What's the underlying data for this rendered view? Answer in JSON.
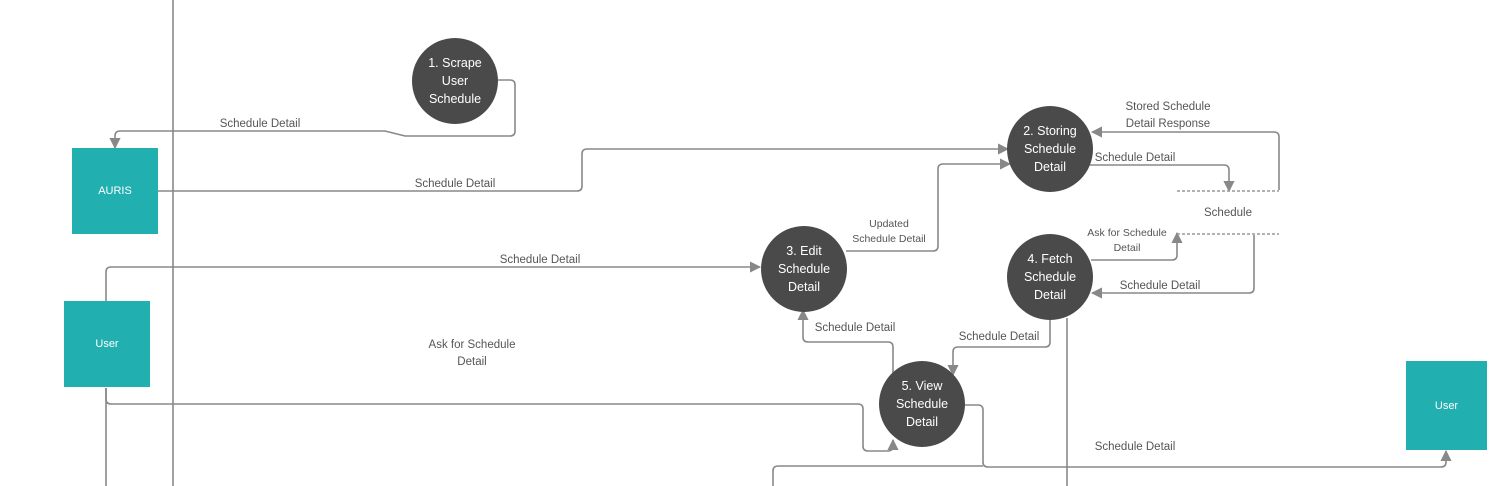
{
  "colors": {
    "entity": "#22afaf",
    "process": "#4a4a4a",
    "line": "#888888",
    "text": "#555555",
    "store_line": "#999999"
  },
  "entities": {
    "auris": "AURIS",
    "user_left": "User",
    "user_right": "User"
  },
  "processes": {
    "p1": "1. Scrape\nUser\nSchedule",
    "p2": "2. Storing\nSchedule\nDetail",
    "p3": "3. Edit\nSchedule\nDetail",
    "p4": "4. Fetch\nSchedule\nDetail",
    "p5": "5. View\nSchedule\nDetail"
  },
  "data_store": {
    "label": "Schedule"
  },
  "flows": {
    "scrape_to_auris": "Schedule Detail",
    "auris_to_storing": "Schedule Detail",
    "store_response": "Stored Schedule\nDetail Response",
    "storing_to_store": "Schedule Detail",
    "edit_to_storing": "Updated\nSchedule Detail",
    "user_to_edit": "Schedule Detail",
    "fetch_ask_store": "Ask for Schedule\nDetail",
    "store_to_fetch": "Schedule Detail",
    "view_to_edit": "Schedule Detail",
    "fetch_to_view": "Schedule Detail",
    "user_ask_view": "Ask for Schedule\nDetail",
    "view_to_user": "Schedule Detail"
  }
}
